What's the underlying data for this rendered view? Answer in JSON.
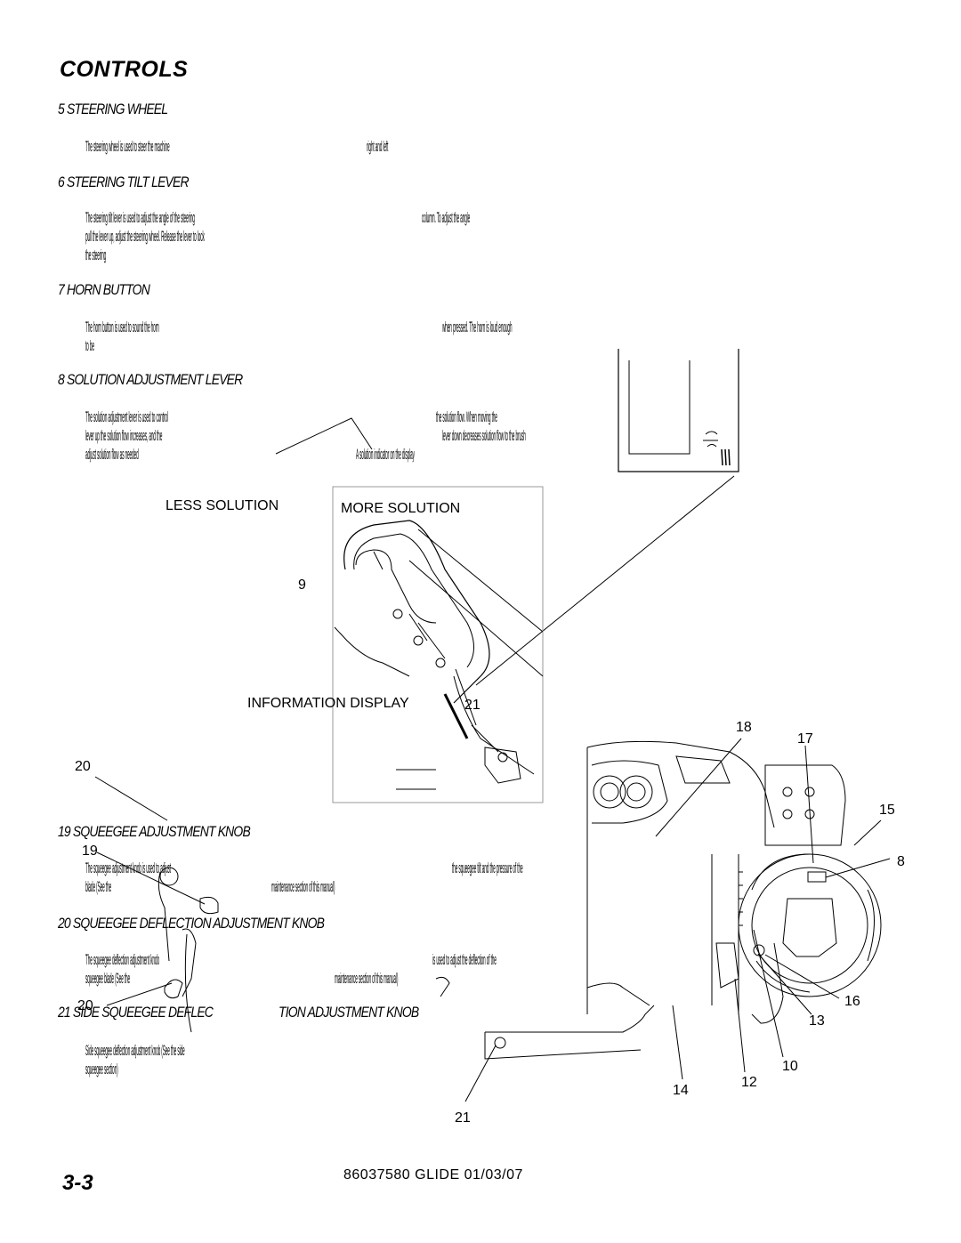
{
  "page": {
    "title": "CONTROLS",
    "page_number": "3-3",
    "footer": "86037580  GLIDE  01/03/07"
  },
  "sections": {
    "s5": {
      "heading": "5  STEERING WHEEL",
      "lines": [
        "The steering wheel is used to steer the machine",
        "right and left"
      ]
    },
    "s6": {
      "heading": "6  STEERING TILT LEVER",
      "lines": [
        "The steering tilt lever is used to adjust the angle of the steering",
        "column. To adjust the angle",
        "pull the lever up, adjust the steering wheel. Release the lever to lock",
        "the steering"
      ]
    },
    "s7": {
      "heading": "7  HORN BUTTON",
      "lines": [
        "The horn button is used to sound the horn",
        "when pressed. The horn is loud enough",
        "to be"
      ]
    },
    "s8": {
      "heading": "8  SOLUTION ADJUSTMENT LEVER",
      "lines": [
        "The solution adjustment lever is used to control",
        "the solution flow. When moving the",
        "lever up the solution flow increases, and the",
        "lever down decreases solution flow to the brush",
        "adjust solution flow as needed",
        "A solution indicator on the display"
      ]
    },
    "s19": {
      "heading": "19  SQUEEGEE ADJUSTMENT KNOB",
      "lines": [
        "The squeegee adjustment knob is used to adjust",
        "the squeegee tilt and the pressure of the",
        "blade (See the",
        "maintenance section of this manual)"
      ]
    },
    "s20": {
      "heading": "20  SQUEEGEE DEFLECTION ADJUSTMENT KNOB",
      "lines": [
        "The squeegee deflection adjustment knob",
        "is used to adjust the deflection of the",
        "squeegee blade (See the",
        "maintenance section of this manual)"
      ]
    },
    "s21": {
      "heading_left": "21  SIDE SQUEEGEE DEFLEC",
      "heading_right": "TION ADJUSTMENT KNOB",
      "lines": [
        "Side squeegee deflection adjustment knob (See the side",
        "squeegee section)"
      ]
    }
  },
  "diagram": {
    "less_solution": "LESS SOLUTION",
    "more_solution": "MORE SOLUTION",
    "information_display": "INFORMATION DISPLAY",
    "callouts": [
      "9",
      "21",
      "18",
      "17",
      "20",
      "15",
      "19",
      "8",
      "16",
      "13",
      "10",
      "14",
      "12",
      "21",
      "20"
    ]
  }
}
